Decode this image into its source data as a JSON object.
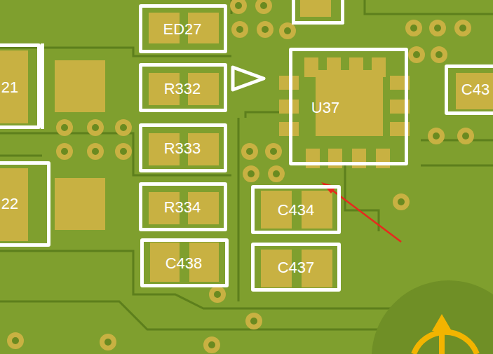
{
  "diagram": {
    "nodes": [
      {
        "text": [
          "ED27"
        ]
      },
      {
        "text": [
          "R332"
        ]
      },
      {
        "text": [
          "U37"
        ]
      },
      {
        "text": [
          "C43"
        ]
      },
      {
        "text": [
          "21"
        ]
      },
      {
        "text": [
          "R333"
        ]
      },
      {
        "text": [
          "22"
        ]
      },
      {
        "text": [
          "R334"
        ]
      },
      {
        "text": [
          "C434"
        ]
      },
      {
        "text": [
          "C438"
        ]
      },
      {
        "text": [
          "C437"
        ]
      }
    ]
  }
}
